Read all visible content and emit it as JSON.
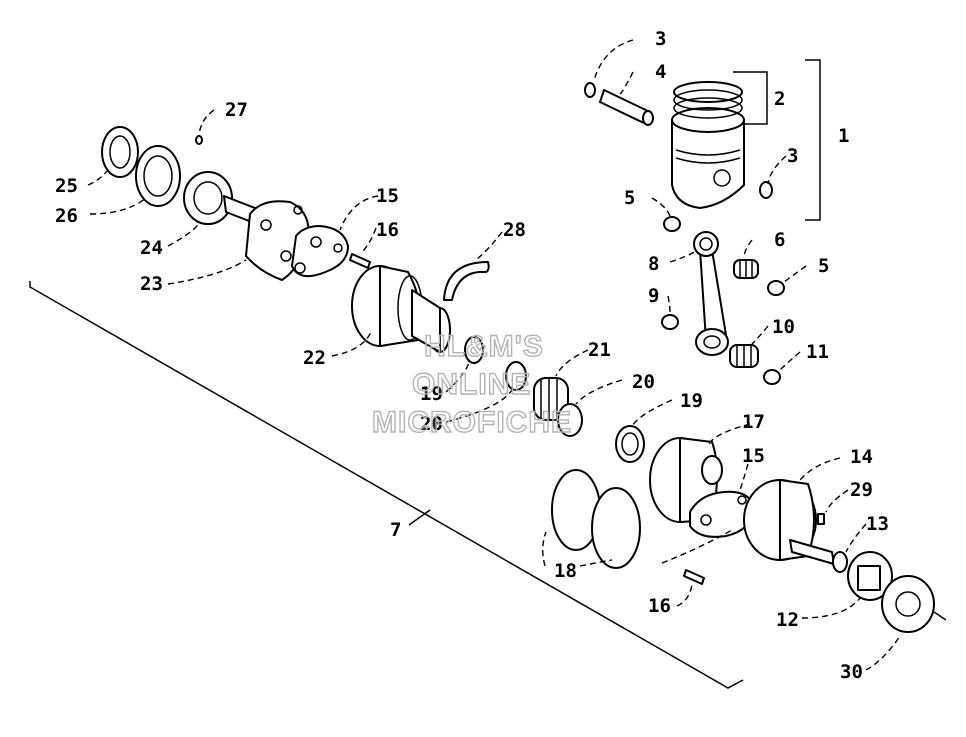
{
  "callouts": {
    "c1": "1",
    "c2": "2",
    "c3a": "3",
    "c3b": "3",
    "c4": "4",
    "c5a": "5",
    "c5b": "5",
    "c6": "6",
    "c7": "7",
    "c8": "8",
    "c9": "9",
    "c10": "10",
    "c11": "11",
    "c12": "12",
    "c13": "13",
    "c14": "14",
    "c15a": "15",
    "c15b": "15",
    "c16a": "16",
    "c16b": "16",
    "c17": "17",
    "c18": "18",
    "c19a": "19",
    "c19b": "19",
    "c20a": "20",
    "c20b": "20",
    "c21": "21",
    "c22": "22",
    "c23": "23",
    "c24": "24",
    "c25": "25",
    "c26": "26",
    "c27": "27",
    "c28": "28",
    "c29": "29",
    "c30": "30"
  },
  "watermark": {
    "line1": "HL&M'S",
    "line2": "ONLINE",
    "line3": "MICROFICHE"
  }
}
